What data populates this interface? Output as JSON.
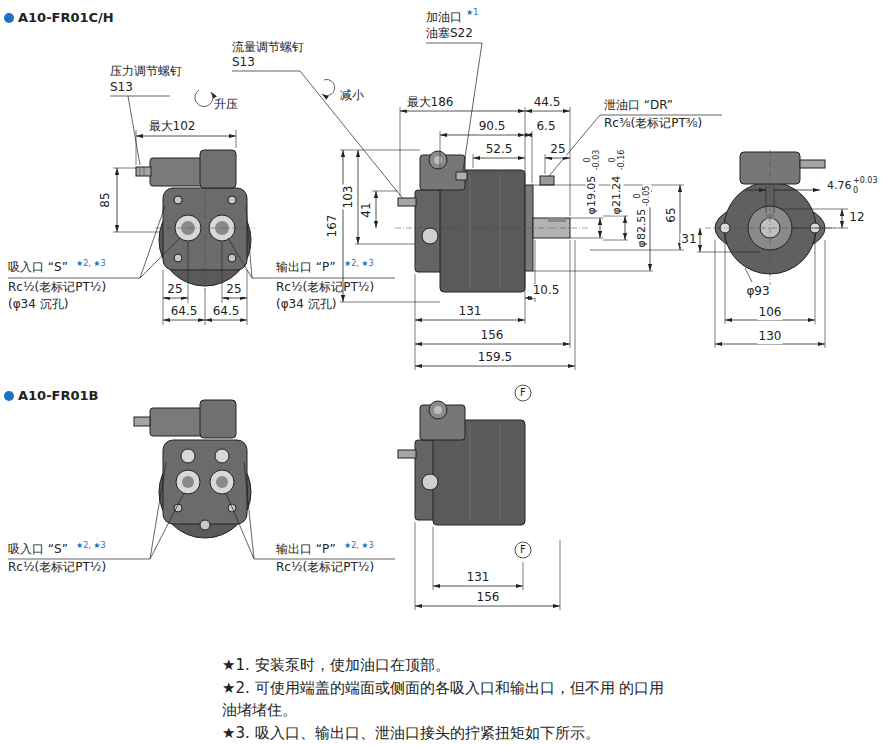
{
  "diagram": {
    "labels": [
      "A10-FR01C/H",
      "压力调节螺钉",
      "S13",
      "升压",
      "最大102",
      "85",
      "流量调节螺钉",
      "S13",
      "减小",
      "加油口",
      "★1",
      "油塞S22",
      "最大186",
      "44.5",
      "90.5",
      "6.5",
      "52.5",
      "25",
      "泄油口 “DR”",
      "Rc⅜(老标记PT⅜)",
      "167",
      "103",
      "41",
      "φ19.05",
      "0",
      "-0.03",
      "φ21.24",
      "0",
      "-0.16",
      "φ82.55",
      "0",
      "-0.05",
      "65",
      "4.76",
      "+0.03",
      "0",
      "12",
      "31",
      "φ93",
      "106",
      "130",
      "吸入口 “S”",
      "★2, ★3",
      "Rc½(老标记PT½)",
      "(φ34 沉孔)",
      "25",
      "25",
      "64.5",
      "64.5",
      "输出口 “P”",
      "★2, ★3",
      "Rc½(老标记PT½)",
      "(φ34 沉孔)",
      "10.5",
      "131",
      "156",
      "159.5",
      "F",
      "A10-FR01B",
      "吸入口 “S”",
      "★2, ★3",
      "Rc½(老标记PT½)",
      "输出口 “P”",
      "★2, ★3",
      "Rc½(老标记PT½)",
      "F",
      "131",
      "156",
      "★1. 安装泵时，使加油口在顶部。",
      "★2. 可使用端盖的端面或侧面的各吸入口和输出口，但不用 的口用油堵堵住。",
      "★3. 吸入口、输出口、泄油口接头的拧紧扭矩如下所示。"
    ]
  }
}
